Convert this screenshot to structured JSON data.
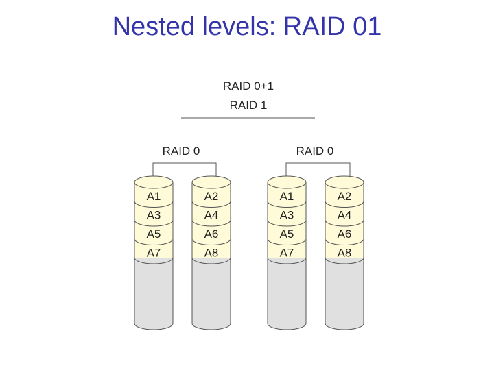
{
  "title": "Nested levels: RAID 01",
  "diagram": {
    "top_label": "RAID 0+1",
    "mirror_label": "RAID 1",
    "groups": [
      {
        "label": "RAID 0",
        "disks": [
          {
            "blocks": [
              "A1",
              "A3",
              "A5",
              "A7"
            ]
          },
          {
            "blocks": [
              "A2",
              "A4",
              "A6",
              "A8"
            ]
          }
        ]
      },
      {
        "label": "RAID 0",
        "disks": [
          {
            "blocks": [
              "A1",
              "A3",
              "A5",
              "A7"
            ]
          },
          {
            "blocks": [
              "A2",
              "A4",
              "A6",
              "A8"
            ]
          }
        ]
      }
    ],
    "colors": {
      "data_fill": "#fffbd8",
      "empty_fill": "#e0e0e0",
      "stroke": "#555555",
      "title": "#3333aa"
    }
  }
}
